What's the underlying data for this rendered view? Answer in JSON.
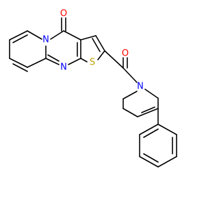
{
  "atoms": {
    "o1": {
      "label": "O",
      "color": "#ff0000"
    },
    "n1": {
      "label": "N",
      "color": "#0000ff"
    },
    "n2": {
      "label": "N",
      "color": "#0000ff"
    },
    "s1": {
      "label": "S",
      "color": "#b8a000"
    },
    "o2": {
      "label": "O",
      "color": "#ff0000"
    },
    "n3": {
      "label": "N",
      "color": "#0000ff"
    }
  },
  "bond_color": "#000000",
  "background": "#ffffff"
}
